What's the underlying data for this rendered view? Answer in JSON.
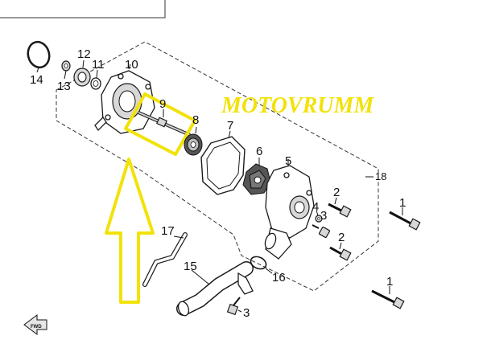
{
  "watermark": "MOTOVRUMM",
  "fwd_label": "FWD",
  "highlight_color": "#f2e20a",
  "callouts": {
    "c14": "14",
    "c13": "13",
    "c12": "12",
    "c11": "11",
    "c10": "10",
    "c9": "9",
    "c8": "8",
    "c7": "7",
    "c6": "6",
    "c5": "5",
    "c4": "4",
    "c3a": "3",
    "c3b": "3",
    "c2a": "2",
    "c2b": "2",
    "c1a": "1",
    "c1b": "1",
    "c17": "17",
    "c15": "15",
    "c16": "16",
    "c18": "18"
  }
}
